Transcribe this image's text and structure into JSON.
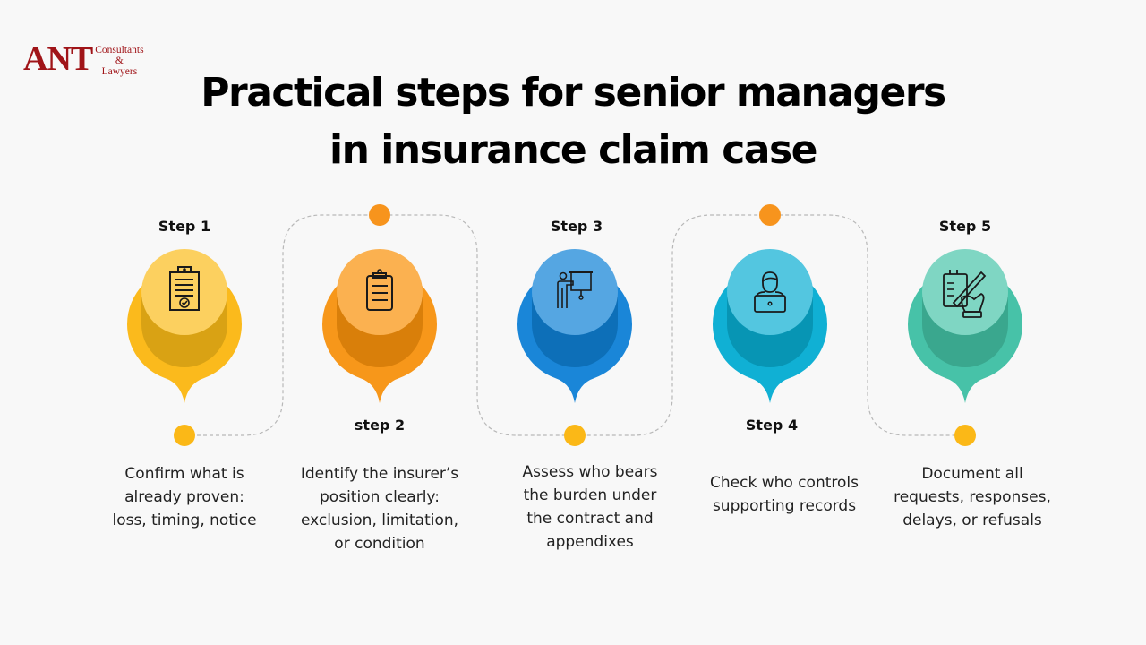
{
  "logo": {
    "main": "ANT",
    "sub_line1": "Consultants",
    "sub_line2": "&",
    "sub_line3": "Lawyers",
    "color": "#a01418"
  },
  "title": {
    "line1": "Practical steps for senior managers",
    "line2": "in insurance claim case"
  },
  "connector": {
    "dot_color_orange": "#f7941d",
    "dot_color_yellow": "#fbb817",
    "line_color": "#b8b8b8"
  },
  "steps": [
    {
      "label": "Step 1",
      "icon": "clipboard-check-icon",
      "description": [
        "Confirm what is",
        "already proven:",
        "loss, timing, notice"
      ],
      "colors": {
        "outer": "#fbba1c",
        "mid": "#d9a214",
        "inner": "#fcd05f"
      }
    },
    {
      "label": "step 2",
      "icon": "clipboard-list-icon",
      "description": [
        "Identify the insurer’s",
        "position clearly:",
        "exclusion, limitation,",
        "or condition"
      ],
      "colors": {
        "outer": "#f7971a",
        "mid": "#d97f0a",
        "inner": "#fbb150"
      }
    },
    {
      "label": "Step 3",
      "icon": "presenter-board-icon",
      "description": [
        "Assess who bears",
        "the burden under",
        "the contract and",
        "appendixes"
      ],
      "colors": {
        "outer": "#1a86d8",
        "mid": "#0d6fb8",
        "inner": "#55a6e2"
      }
    },
    {
      "label": "Step 4",
      "icon": "person-laptop-icon",
      "description": [
        "Check who controls",
        "supporting records"
      ],
      "colors": {
        "outer": "#10b0d4",
        "mid": "#0795b4",
        "inner": "#53c6e0"
      }
    },
    {
      "label": "Step 5",
      "icon": "hand-writing-notes-icon",
      "description": [
        "Document all",
        "requests, responses,",
        "delays, or refusals"
      ],
      "colors": {
        "outer": "#47c2a8",
        "mid": "#3aa78e",
        "inner": "#7fd6c3"
      }
    }
  ]
}
